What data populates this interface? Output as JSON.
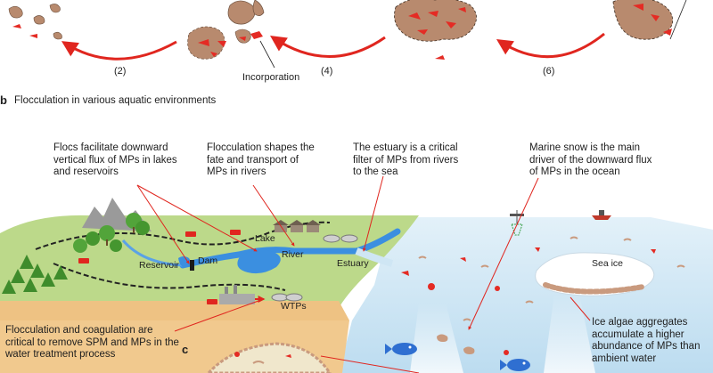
{
  "panel_a": {
    "step_labels": [
      "(2)",
      "(4)",
      "(6)"
    ],
    "incorporation_label": "Incorporation"
  },
  "panel_b": {
    "letter": "b",
    "title": "Flocculation in various aquatic environments",
    "callouts": {
      "lakes": [
        "Flocs facilitate downward",
        "vertical flux of MPs in lakes",
        "and reservoirs"
      ],
      "rivers": [
        "Flocculation shapes the",
        "fate and transport of",
        "MPs in rivers"
      ],
      "estuary": [
        "The estuary is a critical",
        "filter of MPs from rivers",
        "to the sea"
      ],
      "ocean": [
        "Marine snow is the main",
        "driver of the downward flux",
        "of MPs in the ocean"
      ],
      "water_treatment": [
        "Flocculation and coagulation are",
        "critical to remove SPM and MPs in the",
        "water treatment process"
      ],
      "sea_ice_algae": [
        "Ice algae aggregates",
        "accumulate a higher",
        "abundance of MPs than",
        "ambient water"
      ]
    },
    "place_labels": {
      "lake": "Lake",
      "river": "River",
      "reservoir": "Reservoir",
      "dam": "Dam",
      "estuary": "Estuary",
      "wtps": "WTPs",
      "sea_ice": "Sea ice"
    }
  },
  "panel_c": {
    "letter": "c"
  },
  "colors": {
    "arrow_red": "#e0261f",
    "particle_red": "#e42b24",
    "floc_brown": "#b88a6e",
    "land_green": "#bcd98a",
    "river_blue": "#3b8fe0",
    "ocean_blue": "#cfe6f4",
    "sediment_tan": "#f1c98e"
  }
}
